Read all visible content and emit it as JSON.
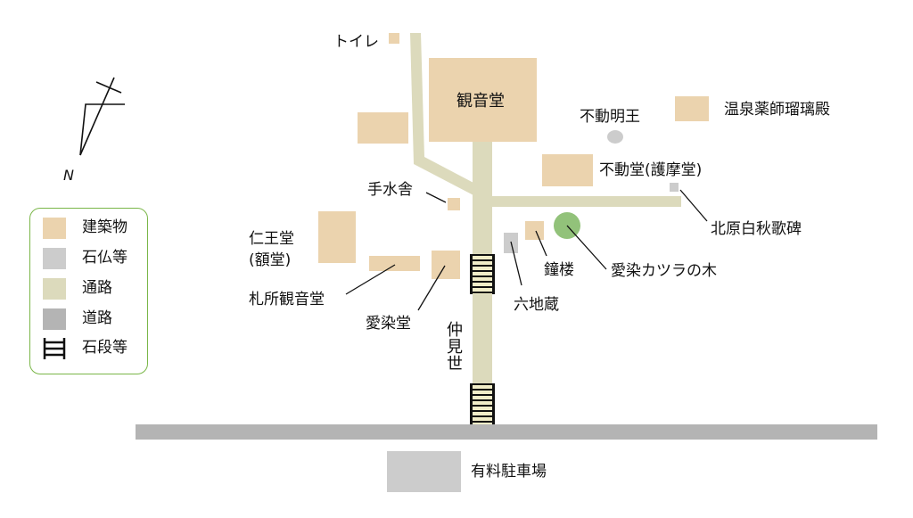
{
  "colors": {
    "building": "#ebd3ae",
    "stone": "#cccccc",
    "path": "#dcdabc",
    "road": "#b4b4b4",
    "tree": "#92c27a",
    "legend_border": "#7ab648"
  },
  "compass": {
    "label": "N"
  },
  "legend": {
    "items": [
      {
        "label": "建築物",
        "swatch": "building"
      },
      {
        "label": "石仏等",
        "swatch": "stone"
      },
      {
        "label": "通路",
        "swatch": "path"
      },
      {
        "label": "道路",
        "swatch": "road"
      },
      {
        "label": "石段等",
        "swatch": "stairs-icon"
      }
    ]
  },
  "labels": {
    "toilet": "トイレ",
    "kannondo": "観音堂",
    "fudo_myoo": "不動明王",
    "onsen_yakushi": "温泉薬師瑠璃殿",
    "fudodo": "不動堂(護摩堂)",
    "chozusha": "手水舎",
    "kitahara_hi": "北原白秋歌碑",
    "niodo_1": "仁王堂",
    "niodo_2": "(額堂)",
    "fudasho": "札所観音堂",
    "aizendo": "愛染堂",
    "nakamise": "仲見世",
    "rokujizo": "六地蔵",
    "shoro": "鐘楼",
    "katsura": "愛染カツラの木",
    "parking": "有料駐車場"
  }
}
